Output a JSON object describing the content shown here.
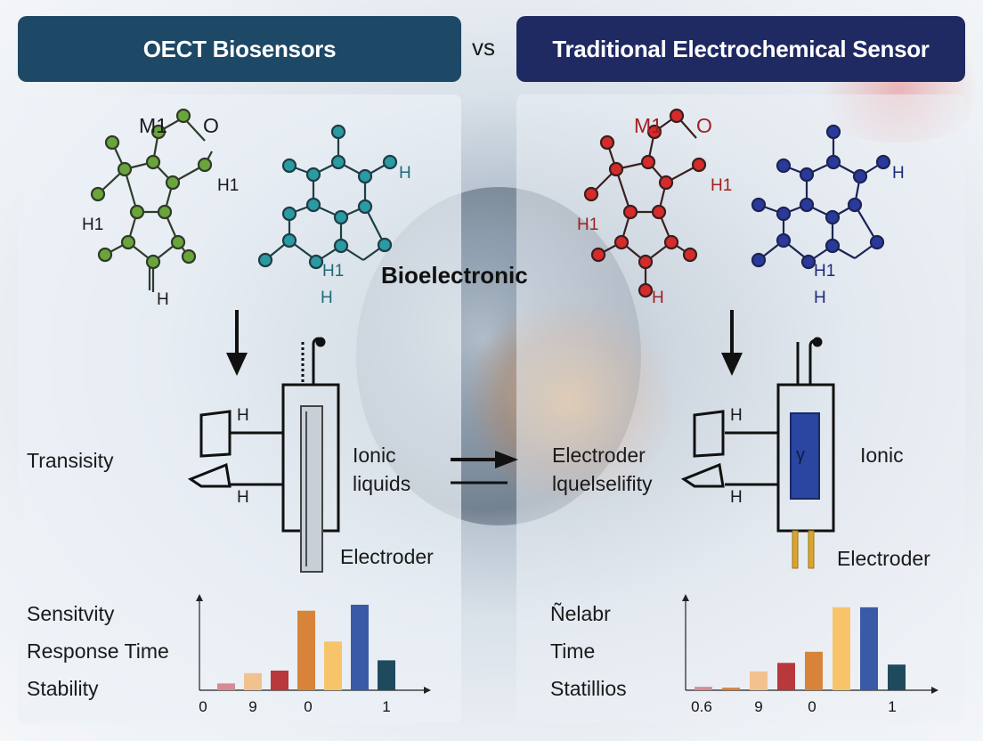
{
  "header": {
    "left_title": "OECT Biosensors",
    "vs_label": "vs",
    "right_title": "Traditional Electrochemical Sensor"
  },
  "center_label": "Bioelectronic",
  "left_panel": {
    "molecule_labels": [
      "M1",
      "O",
      "H1",
      "H1",
      "H",
      "H",
      "H1",
      "H"
    ],
    "side_label": "Transisity",
    "device_labels": [
      "H",
      "H"
    ],
    "medium_label_1": "Ionic",
    "medium_label_2": "liquids",
    "electrode_label": "Electroder",
    "metrics": [
      "Sensitvity",
      "Response Time",
      "Stability"
    ],
    "axis_ticks": [
      "0",
      "9",
      "0",
      "1"
    ]
  },
  "right_panel": {
    "molecule_labels": [
      "M1",
      "O",
      "H1",
      "H1",
      "H",
      "H",
      "H1",
      "H"
    ],
    "side_label_1": "Electroder",
    "side_label_2": "lquelselifity",
    "device_labels": [
      "H",
      "H"
    ],
    "cell_symbol": "γ",
    "medium_label": "Ionic",
    "electrode_label": "Electroder",
    "metrics": [
      "Ñelabr",
      "Time",
      "Statillios"
    ],
    "axis_ticks": [
      "0.6",
      "9",
      "0",
      "1"
    ]
  },
  "colors": {
    "left_banner": "#1d4866",
    "right_banner": "#1f2a63",
    "green_atoms": "#6aa53a",
    "teal_atoms": "#2a9aa3",
    "red_atoms": "#d62b2b",
    "blue_atoms": "#2a3a9a"
  },
  "chart_data": [
    {
      "type": "bar",
      "values": [
        0.08,
        0.2,
        0.23,
        0.93,
        0.57,
        1.0,
        0.35
      ],
      "colors": [
        "#d88a94",
        "#f2c28e",
        "#b8383c",
        "#d7843a",
        "#f8c46a",
        "#3a5aa8",
        "#1f4a5e"
      ],
      "x_ticks": [
        "0",
        "9",
        "0",
        "1"
      ]
    },
    {
      "type": "bar",
      "values": [
        0.04,
        0.03,
        0.22,
        0.32,
        0.45,
        0.97,
        0.97,
        0.3
      ],
      "colors": [
        "#d88a94",
        "#d7843a",
        "#f2c28e",
        "#b8383c",
        "#d7843a",
        "#f8c46a",
        "#3a5aa8",
        "#1f4a5e"
      ],
      "x_ticks": [
        "0.6",
        "9",
        "0",
        "1"
      ]
    }
  ]
}
